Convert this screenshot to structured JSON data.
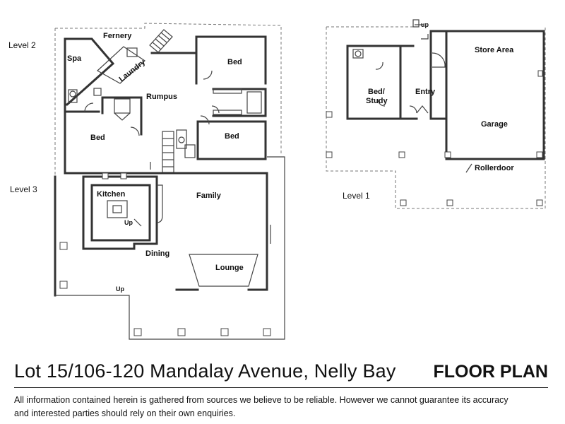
{
  "plan": {
    "levels": {
      "level2": "Level 2",
      "level3": "Level 3",
      "level1": "Level 1"
    },
    "rooms": {
      "fernery": "Fernery",
      "spa": "Spa",
      "laundry": "Laundry",
      "bed_top": "Bed",
      "rumpus": "Rumpus",
      "bed_left": "Bed",
      "bed_mid": "Bed",
      "kitchen": "Kitchen",
      "family": "Family",
      "dining": "Dining",
      "lounge": "Lounge",
      "bed_study_1": "Bed/",
      "bed_study_2": "Study",
      "entry": "Entry",
      "store_area": "Store Area",
      "garage": "Garage",
      "rollerdoor": "Rollerdoor"
    },
    "stair_labels": {
      "up_kitchen": "Up",
      "up_dining": "Up",
      "up_level1": "up"
    }
  },
  "footer": {
    "address": "Lot 15/106-120 Mandalay Avenue, Nelly Bay",
    "heading": "FLOOR PLAN",
    "disclaimer_line1": "All information contained herein is gathered from sources we believe to be reliable.  However we cannot guarantee its accuracy",
    "disclaimer_line2": "and interested parties should rely on their own enquiries."
  }
}
